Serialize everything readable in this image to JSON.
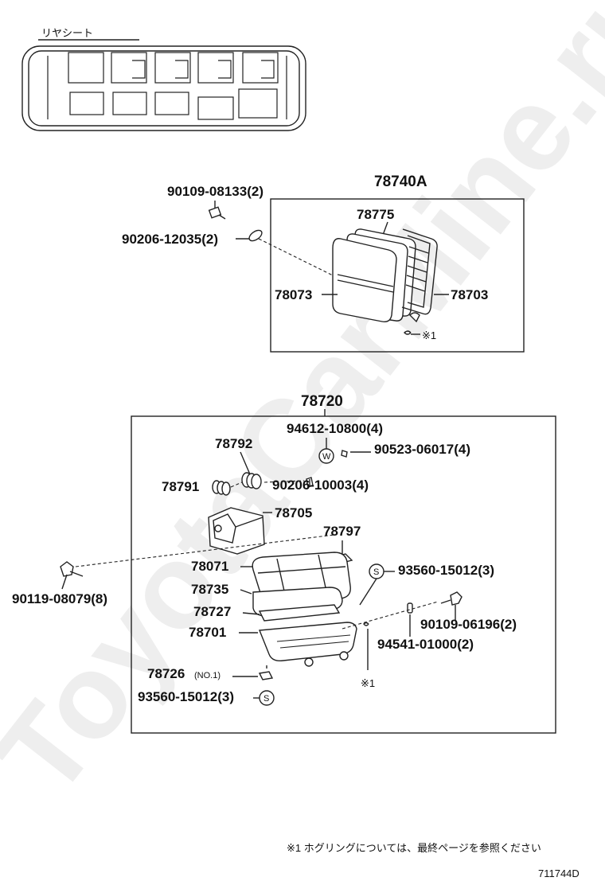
{
  "location_label": "リヤシート",
  "watermark": "ToyotaCarMine.ru",
  "group_a": {
    "title": "78740A",
    "parts": {
      "bolt": "90109-08133(2)",
      "washer": "90206-12035(2)",
      "back_cover": "78775",
      "back_pad": "78073",
      "back_frame": "78703",
      "hog_ring_ref": "※1"
    }
  },
  "group_b": {
    "title": "78720",
    "parts": {
      "nut_w": "94612-10800(4)",
      "clip": "90523-06017(4)",
      "spring": "78792",
      "spring_washer": "90206-10003(4)",
      "knob": "78791",
      "hinge": "78705",
      "plate": "78797",
      "bolt_long": "90119-08079(8)",
      "cushion_pad": "78071",
      "cushion_cover": "78735",
      "cushion_spring": "78727",
      "cushion_frame": "78701",
      "clip_s_right": "93560-15012(3)",
      "screw_right": "90109-06196(2)",
      "ring_right": "94541-01000(2)",
      "stopper": "78726",
      "stopper_note": "(NO.1)",
      "clip_s_left": "93560-15012(3)",
      "hog_ring_ref": "※1"
    }
  },
  "badges": {
    "w": "W",
    "s": "S"
  },
  "footnote": "※1  ホグリングについては、最終ページを参照ください",
  "diagram_id": "711744D"
}
